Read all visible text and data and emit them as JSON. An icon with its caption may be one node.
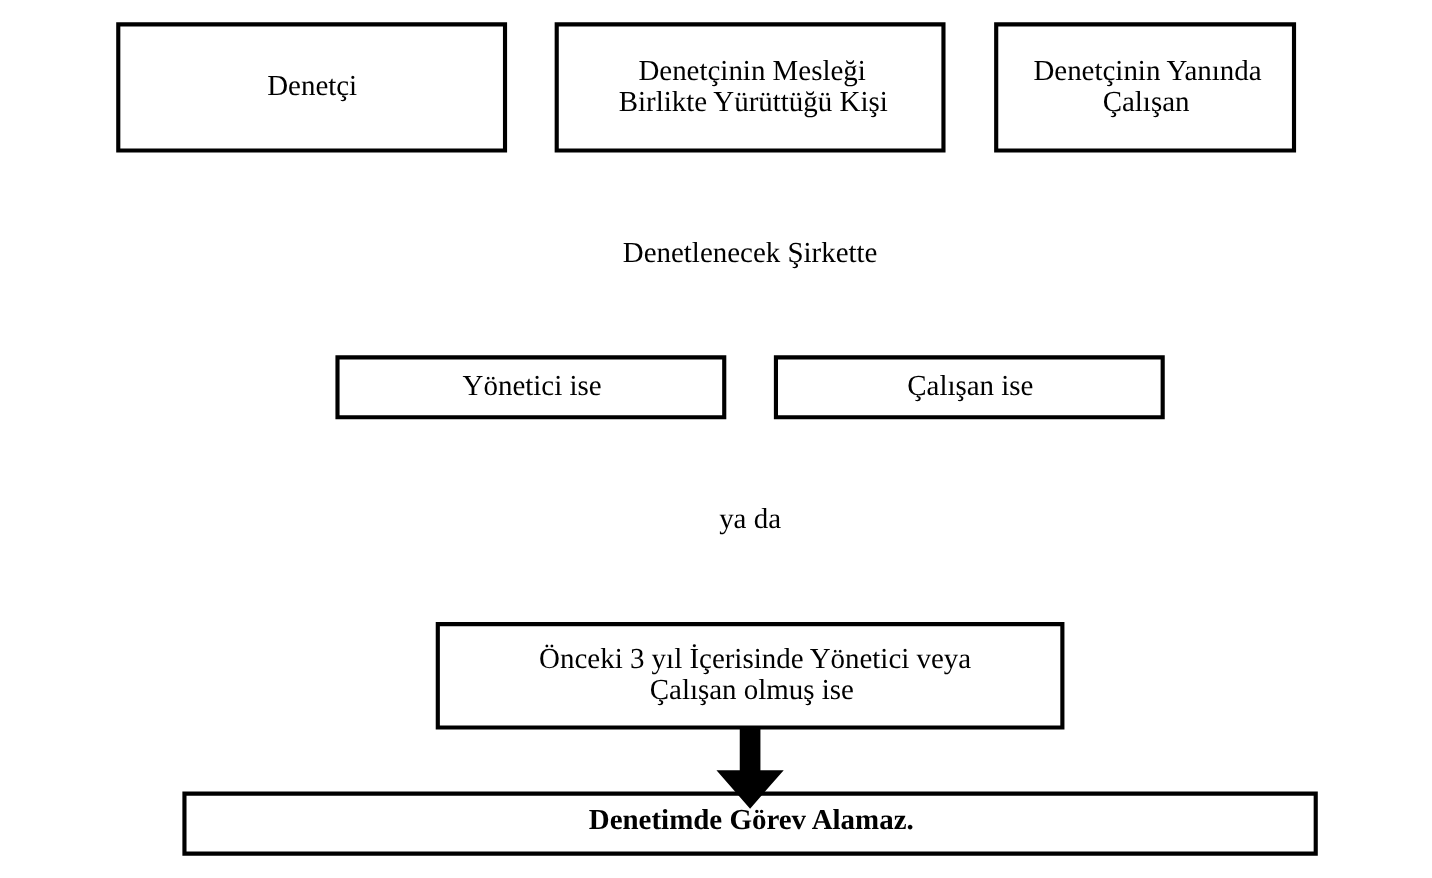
{
  "diagram": {
    "nodes": [
      {
        "text": [
          "Denetçi"
        ]
      },
      {
        "text": [
          "Denetçinin Mesleği Birlikte Yürüttüğü Kişi"
        ]
      },
      {
        "text": [
          "Denetçinin Yanında Çalışan"
        ]
      },
      {
        "text": [
          "Yönetici ise"
        ]
      },
      {
        "text": [
          "Çalışan ise"
        ]
      },
      {
        "text": [
          "Önceki 3 yıl İçerisinde Yönetici veya Çalışan olmuş ise"
        ]
      },
      {
        "text": [
          "Denetimde Görev Alamaz."
        ]
      }
    ],
    "edges": [
      {
        "from": 5,
        "to": 6,
        "arrow": "to"
      }
    ],
    "labels": [
      "Denetlenecek Şirkette",
      "ya da"
    ]
  }
}
